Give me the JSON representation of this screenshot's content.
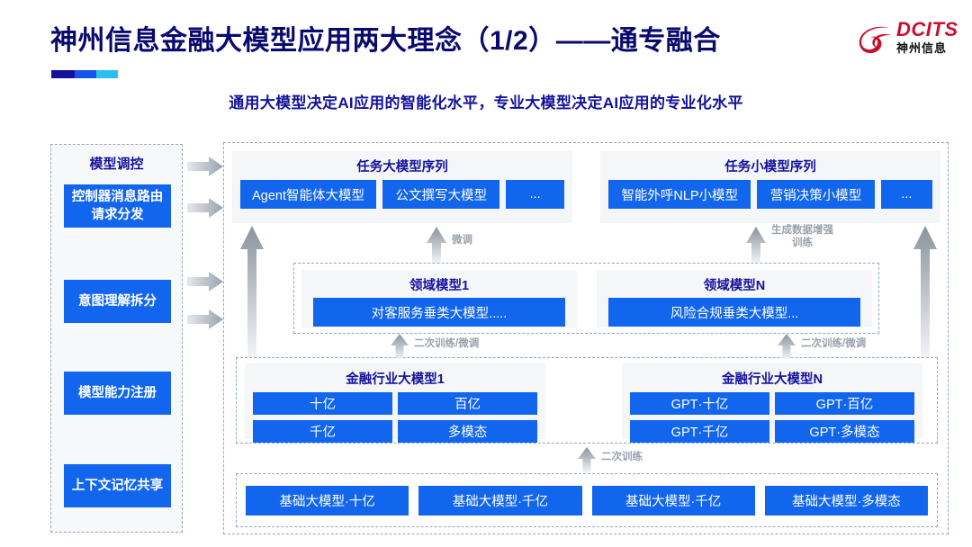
{
  "header": {
    "title": "神州信息金融大模型应用两大理念（1/2）——通专融合",
    "subtitle": "通用大模型决定AI应用的智能化水平，专业大模型决定AI应用的专业化水平",
    "accent_colors": [
      "#14119c",
      "#1354ef",
      "#29c0f0"
    ],
    "logo": {
      "en": "DCITS",
      "cn": "神州信息",
      "mark": "dcits-swirl-icon",
      "color": "#c8102e"
    }
  },
  "colors": {
    "primary_blue": "#1266ee",
    "title_navy": "#14119c",
    "panel_bg": "#f5f6f8",
    "dashed_border": "#8fa5cf",
    "arrow_grey": "#9aa2ad"
  },
  "control_panel": {
    "title": "模型调控",
    "items": [
      {
        "label": "控制器消息路由请求分发"
      },
      {
        "label": "意图理解拆分"
      },
      {
        "label": "模型能力注册"
      },
      {
        "label": "上下文记忆共享"
      }
    ]
  },
  "task_sequences": [
    {
      "title": "任务大模型序列",
      "chips": [
        "Agent智能体大模型",
        "公文撰写大模型",
        "..."
      ]
    },
    {
      "title": "任务小模型序列",
      "chips": [
        "智能外呼NLP小模型",
        "营销决策小模型",
        "..."
      ]
    }
  ],
  "domain_models": [
    {
      "title": "领域模型1",
      "chip": "对客服务垂类大模型....."
    },
    {
      "title": "领域模型N",
      "chip": "风险合规垂类大模型..."
    }
  ],
  "industry_models": [
    {
      "title": "金融行业大模型1",
      "chips": [
        "十亿",
        "百亿",
        "千亿",
        "多模态"
      ]
    },
    {
      "title": "金融行业大模型N",
      "chips": [
        "GPT·十亿",
        "GPT·百亿",
        "GPT·千亿",
        "GPT·多模态"
      ]
    }
  ],
  "foundation_models": {
    "chips": [
      "基础大模型·十亿",
      "基础大模型·千亿",
      "基础大模型·千亿",
      "基础大模型·多模态"
    ]
  },
  "arrow_labels": {
    "fine_tune": "微调",
    "gen_data_aug": "生成数据增强\n训练",
    "retrain_finetune_left": "二次训练/微调",
    "retrain_finetune_right": "二次训练/微调",
    "retrain": "二次训练"
  }
}
